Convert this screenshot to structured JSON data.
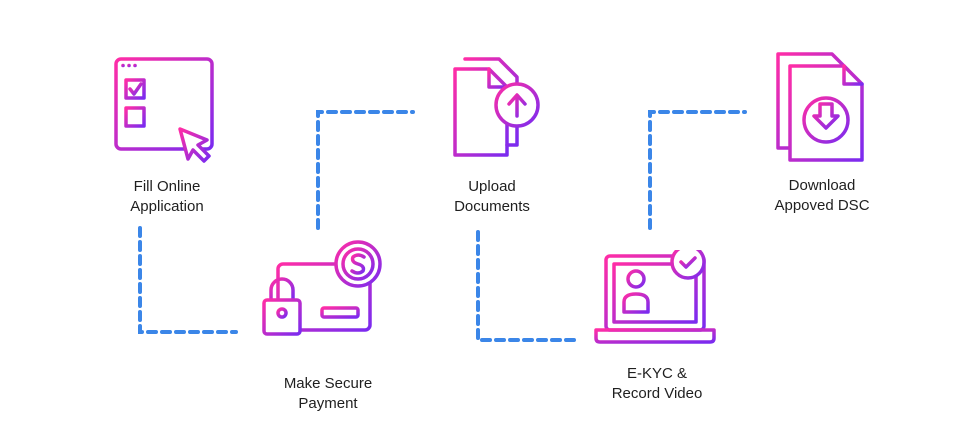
{
  "steps": [
    {
      "id": "fill",
      "line1": "Fill Online",
      "line2": "Application",
      "icon": "online-form-checkbox-cursor-icon"
    },
    {
      "id": "pay",
      "line1": "Make Secure",
      "line2": "Payment",
      "icon": "credit-card-lock-dollar-icon"
    },
    {
      "id": "upload",
      "line1": "Upload",
      "line2": "Documents",
      "icon": "documents-upload-arrow-icon"
    },
    {
      "id": "ekyc",
      "line1": "E-KYC &",
      "line2": "Record Video",
      "icon": "laptop-user-video-check-icon"
    },
    {
      "id": "dl",
      "line1": "Download",
      "line2": "Appoved DSC",
      "icon": "document-download-arrow-icon"
    }
  ],
  "colors": {
    "gradient_start": "#ff2da6",
    "gradient_end": "#7a2bf0",
    "connector": "#3b86e8",
    "text": "#1f1f1f"
  }
}
